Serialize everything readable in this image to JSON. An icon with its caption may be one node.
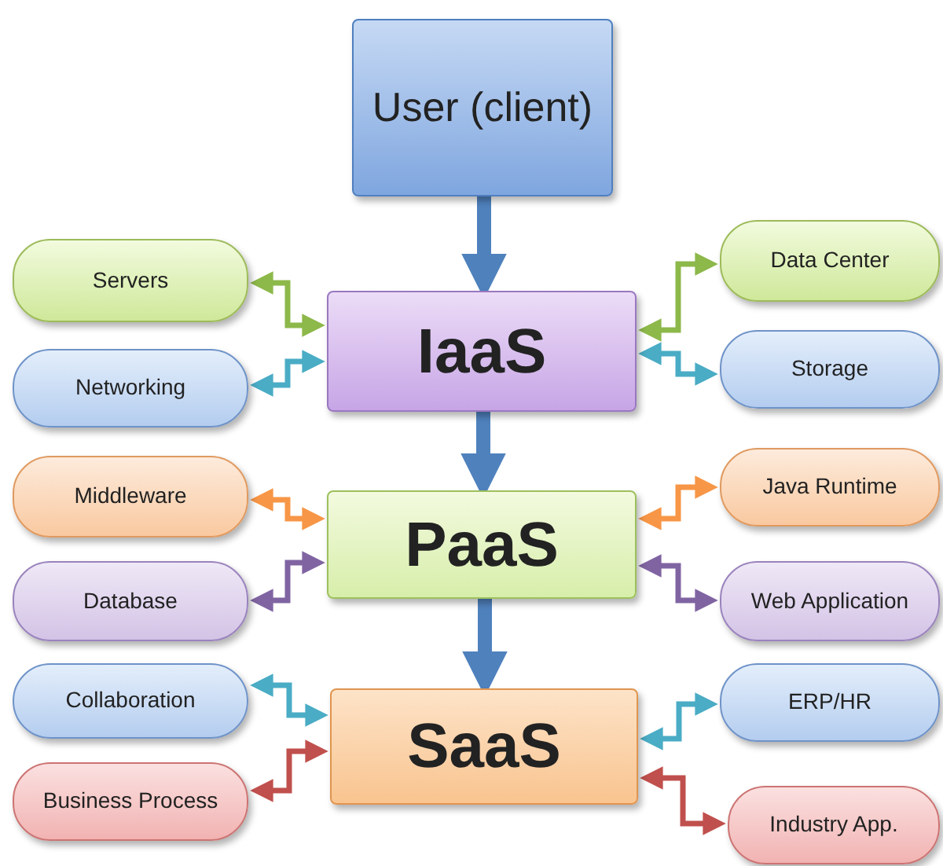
{
  "diagram": {
    "nodes": [
      {
        "text": [
          "User (client)"
        ]
      },
      {
        "text": [
          "IaaS"
        ]
      },
      {
        "text": [
          "PaaS"
        ]
      },
      {
        "text": [
          "SaaS"
        ]
      },
      {
        "text": [
          "Servers"
        ]
      },
      {
        "text": [
          "Networking"
        ]
      },
      {
        "text": [
          "Middleware"
        ]
      },
      {
        "text": [
          "Database"
        ]
      },
      {
        "text": [
          "Collaboration"
        ]
      },
      {
        "text": [
          "Business Process"
        ]
      },
      {
        "text": [
          "Data Center"
        ]
      },
      {
        "text": [
          "Storage"
        ]
      },
      {
        "text": [
          "Java Runtime"
        ]
      },
      {
        "text": [
          "Web Application"
        ]
      },
      {
        "text": [
          "ERP/HR"
        ]
      },
      {
        "text": [
          "Industry App."
        ]
      }
    ],
    "edges": [
      {
        "from": 0,
        "to": 1,
        "arrow": "to",
        "style": "thick",
        "color": "#4f81bd"
      },
      {
        "from": 1,
        "to": 2,
        "arrow": "to",
        "style": "thick",
        "color": "#4f81bd"
      },
      {
        "from": 2,
        "to": 3,
        "arrow": "to",
        "style": "thick",
        "color": "#4f81bd"
      },
      {
        "from": 4,
        "to": 1,
        "arrow": "both",
        "color": "#8db84a"
      },
      {
        "from": 5,
        "to": 1,
        "arrow": "both",
        "color": "#4aacc5"
      },
      {
        "from": 6,
        "to": 2,
        "arrow": "both",
        "color": "#f79646"
      },
      {
        "from": 7,
        "to": 2,
        "arrow": "both",
        "color": "#8064a2"
      },
      {
        "from": 8,
        "to": 3,
        "arrow": "both",
        "color": "#4aacc5"
      },
      {
        "from": 9,
        "to": 3,
        "arrow": "both",
        "color": "#c0504d"
      },
      {
        "from": 1,
        "to": 10,
        "arrow": "both",
        "color": "#8db84a"
      },
      {
        "from": 1,
        "to": 11,
        "arrow": "both",
        "color": "#4aacc5"
      },
      {
        "from": 2,
        "to": 12,
        "arrow": "both",
        "color": "#f79646"
      },
      {
        "from": 2,
        "to": 13,
        "arrow": "both",
        "color": "#8064a2"
      },
      {
        "from": 3,
        "to": 14,
        "arrow": "both",
        "color": "#4aacc5"
      },
      {
        "from": 3,
        "to": 15,
        "arrow": "both",
        "color": "#c0504d"
      }
    ]
  }
}
